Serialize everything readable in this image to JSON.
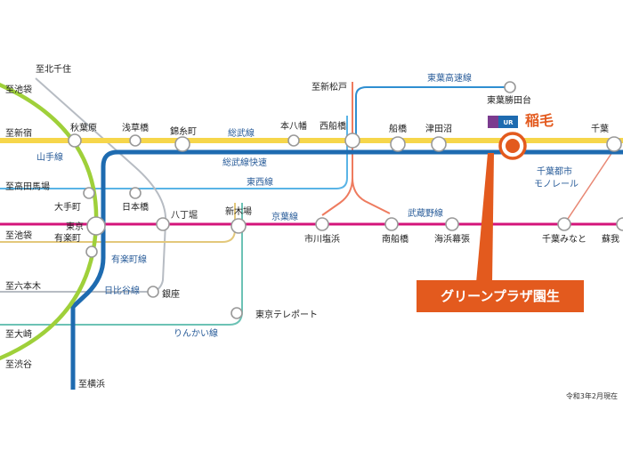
{
  "lines": {
    "sobu": "総武線",
    "sobu_rapid": "総武線快速",
    "tozai": "東西線",
    "keiyo": "京葉線",
    "musashino": "武蔵野線",
    "toyo": "東葉高速線",
    "yamanote": "山手線",
    "yurakucho": "有楽町線",
    "hibiya": "日比谷線",
    "rinkai": "りんかい線",
    "monorail_1": "千葉都市",
    "monorail_2": "モノレール"
  },
  "stations": {
    "akihabara": "秋葉原",
    "asakusabashi": "浅草橋",
    "kinshicho": "錦糸町",
    "motoyawata": "本八幡",
    "nishifunabashi": "西船橋",
    "funabashi": "船橋",
    "tsudanuma": "津田沼",
    "chiba": "千葉",
    "inage": "稲毛",
    "toyokatsutadai": "東葉勝田台",
    "shinmatsudo": "至新松戸",
    "otemachi": "大手町",
    "nihombashi": "日本橋",
    "tokyo": "東京",
    "hatchobori": "八丁堀",
    "shinkiba": "新木場",
    "ichikawashiohama": "市川塩浜",
    "minamifunabashi": "南船橋",
    "kaihinmakuhari": "海浜幕張",
    "chibaminato": "千葉みなと",
    "soga": "蘇我",
    "yurakucho": "有楽町",
    "ginza": "銀座",
    "tokyoteleport": "東京テレポート"
  },
  "directions": {
    "kitasenju": "至北千住",
    "ikebukuro_top": "至池袋",
    "shinjuku": "至新宿",
    "takadanobaba": "至高田馬場",
    "ikebukuro": "至池袋",
    "roppongi": "至六本木",
    "osaki": "至大崎",
    "shibuya": "至渋谷",
    "yokohama": "至横浜"
  },
  "callout": "グリーンプラザ園生",
  "logo_text": "UR",
  "date_note": "令和3年2月現在",
  "colors": {
    "sobu": "#f6d64b",
    "sobu_rapid": "#1e6bb0",
    "tozai": "#5ab4e6",
    "keiyo": "#d4147a",
    "musashino": "#ee7b5f",
    "yamanote": "#9fd03a",
    "yurakucho": "#e3c87b",
    "hibiya": "#b7bcc3",
    "rinkai": "#6cc2b5",
    "monorail": "#e88874",
    "toyo": "#2f8fd1",
    "callout": "#e35a1e",
    "line_label": "#2a5d9a"
  }
}
